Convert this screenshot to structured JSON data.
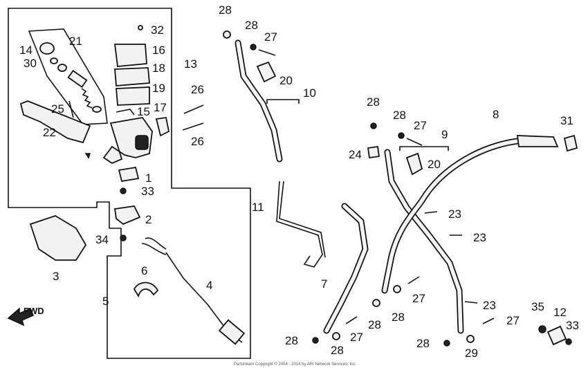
{
  "fwd_label": "FWD",
  "copyright": "Partstream Copyright © 2004 - 2014 by ARI Network Services, Inc.",
  "callouts": [
    "1",
    "2",
    "3",
    "4",
    "5",
    "6",
    "7",
    "8",
    "9",
    "10",
    "11",
    "12",
    "13",
    "14",
    "15",
    "16",
    "17",
    "18",
    "19",
    "20",
    "20",
    "21",
    "22",
    "23",
    "23",
    "23",
    "24",
    "25",
    "26",
    "26",
    "27",
    "27",
    "27",
    "27",
    "27",
    "28",
    "28",
    "28",
    "28",
    "28",
    "28",
    "28",
    "28",
    "28",
    "29",
    "30",
    "31",
    "32",
    "33",
    "33",
    "34",
    "35"
  ]
}
